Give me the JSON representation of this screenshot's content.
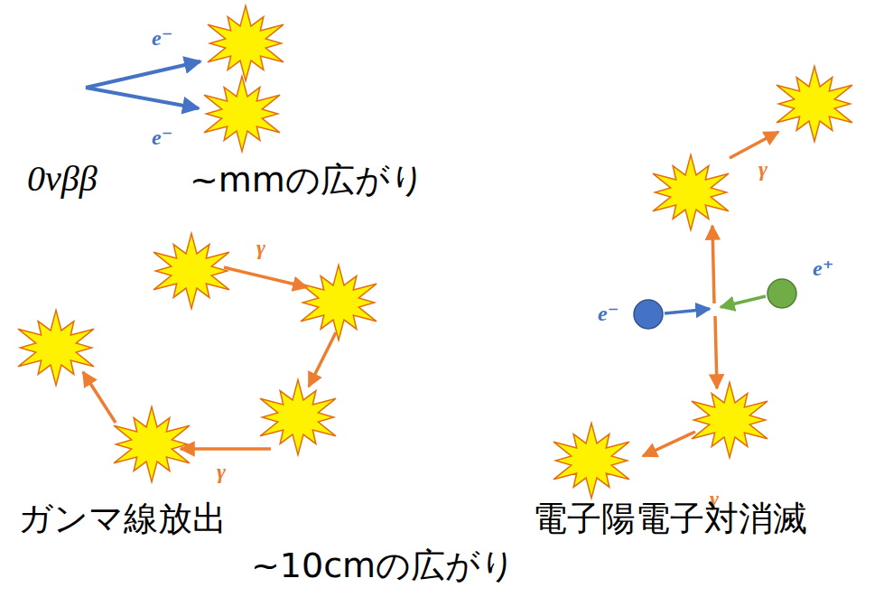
{
  "diagram": {
    "labels": [
      "e⁻",
      "e⁻",
      "0νββ",
      "~mmの広がり",
      "γ",
      "γ",
      "ガンマ線放出",
      "γ",
      "e⁺",
      "e⁻",
      "γ",
      "電子陽電子対消滅",
      "~10cmの広がり"
    ]
  }
}
